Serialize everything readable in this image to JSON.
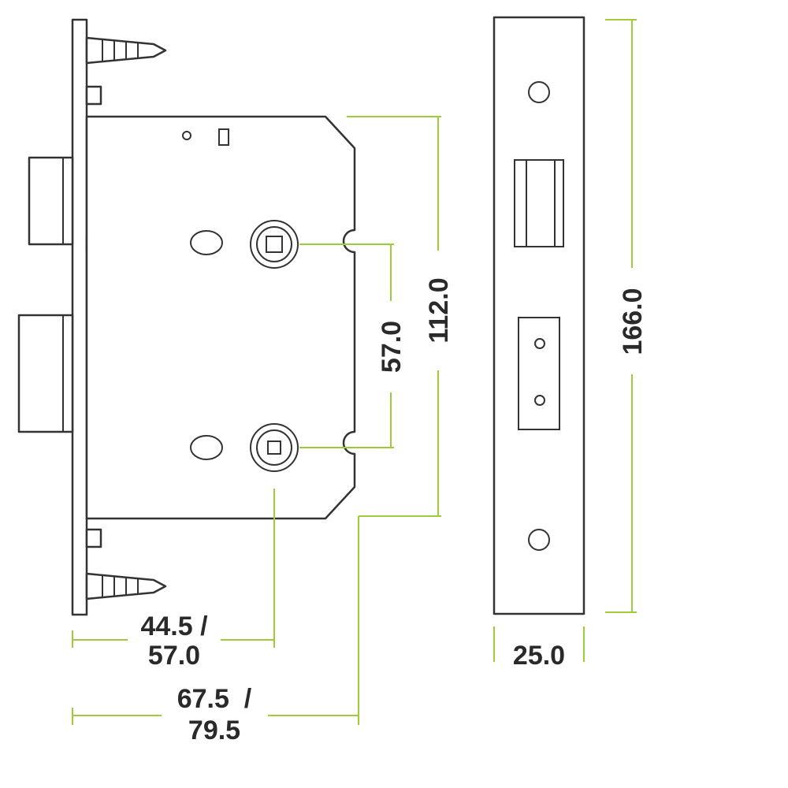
{
  "dimensions": {
    "follower_spacing": "57.0",
    "case_height": "112.0",
    "forend_height": "166.0",
    "forend_width": "25.0",
    "backset_a": "44.5 /",
    "backset_b": "57.0",
    "depth_a": "67.5  /",
    "depth_b": "79.5"
  },
  "colors": {
    "outline": "#333333",
    "dimension_line": "#9ccc3a",
    "text": "#2a2a2a"
  }
}
